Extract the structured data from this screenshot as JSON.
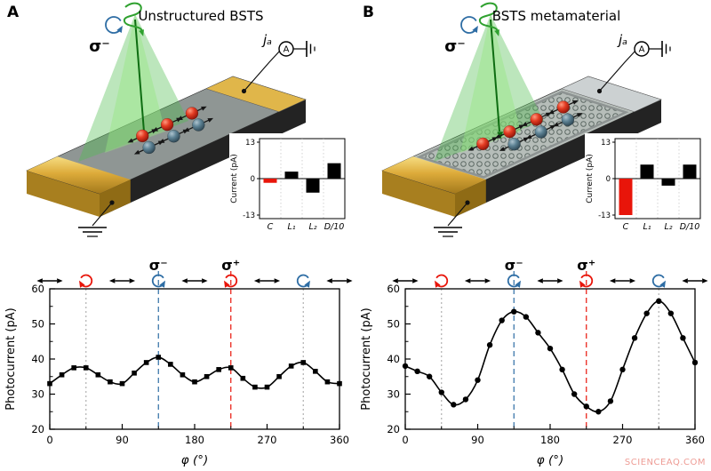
{
  "watermark": "SCIENCEAQ.COM",
  "panels": [
    {
      "letter": "A",
      "title": "Unstructured BSTS",
      "illustration": {
        "incident_polarization_label": "σ⁻",
        "current_label": "jₐ",
        "ammeter_letter": "A",
        "patterned": false,
        "surface_color": "#8f9694",
        "right_contact_color": "#e0b64a",
        "spheres": [
          {
            "t": 0.42,
            "u": 0.4,
            "kind": "red"
          },
          {
            "t": 0.54,
            "u": 0.4,
            "kind": "red"
          },
          {
            "t": 0.66,
            "u": 0.4,
            "kind": "red"
          },
          {
            "t": 0.36,
            "u": 0.66,
            "kind": "blue"
          },
          {
            "t": 0.48,
            "u": 0.66,
            "kind": "blue"
          },
          {
            "t": 0.6,
            "u": 0.66,
            "kind": "blue"
          }
        ]
      }
    },
    {
      "letter": "B",
      "title": "BSTS metamaterial",
      "illustration": {
        "incident_polarization_label": "σ⁻",
        "current_label": "jₐ",
        "ammeter_letter": "A",
        "patterned": true,
        "surface_color": "#b6bdb9",
        "right_contact_color": "#ccd1d2",
        "spheres": [
          {
            "t": 0.34,
            "u": 0.42,
            "kind": "red"
          },
          {
            "t": 0.47,
            "u": 0.42,
            "kind": "red"
          },
          {
            "t": 0.6,
            "u": 0.42,
            "kind": "red"
          },
          {
            "t": 0.73,
            "u": 0.42,
            "kind": "red"
          },
          {
            "t": 0.4,
            "u": 0.68,
            "kind": "blue"
          },
          {
            "t": 0.53,
            "u": 0.68,
            "kind": "blue"
          },
          {
            "t": 0.66,
            "u": 0.68,
            "kind": "blue"
          }
        ]
      }
    }
  ],
  "chart_data": [
    {
      "id": "panel-a-inset",
      "type": "bar",
      "ylabel": "Current (pA)",
      "ylim": [
        -13,
        13
      ],
      "yticks": [
        13,
        0,
        -13
      ],
      "categories": [
        "C",
        "L₁",
        "L₂",
        "D/10"
      ],
      "values": [
        -1.5,
        2.5,
        -5,
        5.5
      ],
      "bar_colors": [
        "#e8150a",
        "#000000",
        "#000000",
        "#000000"
      ]
    },
    {
      "id": "panel-a-photocurrent",
      "type": "line+scatter",
      "marker": "square",
      "xlabel": "φ (°)",
      "ylabel": "Photocurrent (pA)",
      "xlim": [
        0,
        360
      ],
      "ylim": [
        20,
        60
      ],
      "xticks": [
        0,
        90,
        180,
        270,
        360
      ],
      "yticks": [
        20,
        30,
        40,
        50,
        60
      ],
      "x": [
        0,
        15,
        30,
        45,
        60,
        75,
        90,
        105,
        120,
        135,
        150,
        165,
        180,
        195,
        210,
        225,
        240,
        255,
        270,
        285,
        300,
        315,
        330,
        345,
        360
      ],
      "y": [
        33,
        35.5,
        37.5,
        37.5,
        35.5,
        33.5,
        33,
        36,
        39,
        40.5,
        38.5,
        35.5,
        33.5,
        35,
        37,
        37.5,
        34.5,
        32,
        32,
        35,
        38,
        39,
        36.5,
        33.5,
        33
      ],
      "annotations": [
        {
          "label": "σ⁻",
          "x": 135,
          "color": "#2e6da4"
        },
        {
          "label": "σ⁺",
          "x": 225,
          "color": "#e8150a"
        }
      ],
      "guides": [
        {
          "x": 45,
          "color": "#b0b0b0",
          "dash": "2 3",
          "tall": false
        },
        {
          "x": 135,
          "color": "#2e6da4",
          "dash": "6 4",
          "tall": true
        },
        {
          "x": 225,
          "color": "#e8150a",
          "dash": "6 4",
          "tall": true
        },
        {
          "x": 315,
          "color": "#b0b0b0",
          "dash": "2 3",
          "tall": false
        }
      ],
      "polarization_symbols": [
        {
          "x": 0,
          "type": "linear",
          "color": "#000000"
        },
        {
          "x": 45,
          "type": "circular",
          "rotation": "cw",
          "color": "#e8150a"
        },
        {
          "x": 90,
          "type": "linear",
          "color": "#000000"
        },
        {
          "x": 135,
          "type": "circular",
          "rotation": "ccw",
          "color": "#2e6da4"
        },
        {
          "x": 180,
          "type": "linear",
          "color": "#000000"
        },
        {
          "x": 225,
          "type": "circular",
          "rotation": "cw",
          "color": "#e8150a"
        },
        {
          "x": 270,
          "type": "linear",
          "color": "#000000"
        },
        {
          "x": 315,
          "type": "circular",
          "rotation": "ccw",
          "color": "#2e6da4"
        },
        {
          "x": 360,
          "type": "linear",
          "color": "#000000"
        }
      ]
    },
    {
      "id": "panel-b-inset",
      "type": "bar",
      "ylabel": "Current (pA)",
      "ylim": [
        -13,
        13
      ],
      "yticks": [
        13,
        0,
        -13
      ],
      "categories": [
        "C",
        "L₁",
        "L₂",
        "D/10"
      ],
      "values": [
        -13,
        5,
        -2.5,
        5
      ],
      "bar_colors": [
        "#e8150a",
        "#000000",
        "#000000",
        "#000000"
      ]
    },
    {
      "id": "panel-b-photocurrent",
      "type": "line+scatter",
      "marker": "circle",
      "xlabel": "φ (°)",
      "ylabel": "Photocurrent (pA)",
      "xlim": [
        0,
        360
      ],
      "ylim": [
        20,
        60
      ],
      "xticks": [
        0,
        90,
        180,
        270,
        360
      ],
      "yticks": [
        20,
        30,
        40,
        50,
        60
      ],
      "x": [
        0,
        15,
        30,
        45,
        60,
        75,
        90,
        105,
        120,
        135,
        150,
        165,
        180,
        195,
        210,
        225,
        240,
        255,
        270,
        285,
        300,
        315,
        330,
        345,
        360
      ],
      "y": [
        38,
        36.5,
        35,
        30.5,
        27,
        28.5,
        34,
        44,
        51,
        53.5,
        52,
        47.5,
        43,
        37,
        30,
        26.5,
        25,
        28,
        37,
        46,
        53,
        56.5,
        53,
        46,
        39
      ],
      "annotations": [
        {
          "label": "σ⁻",
          "x": 135,
          "color": "#2e6da4"
        },
        {
          "label": "σ⁺",
          "x": 225,
          "color": "#e8150a"
        }
      ],
      "guides": [
        {
          "x": 45,
          "color": "#b0b0b0",
          "dash": "2 3",
          "tall": false
        },
        {
          "x": 135,
          "color": "#2e6da4",
          "dash": "6 4",
          "tall": true
        },
        {
          "x": 225,
          "color": "#e8150a",
          "dash": "6 4",
          "tall": true
        },
        {
          "x": 315,
          "color": "#b0b0b0",
          "dash": "2 3",
          "tall": false
        }
      ],
      "polarization_symbols": [
        {
          "x": 0,
          "type": "linear",
          "color": "#000000"
        },
        {
          "x": 45,
          "type": "circular",
          "rotation": "cw",
          "color": "#e8150a"
        },
        {
          "x": 90,
          "type": "linear",
          "color": "#000000"
        },
        {
          "x": 135,
          "type": "circular",
          "rotation": "ccw",
          "color": "#2e6da4"
        },
        {
          "x": 180,
          "type": "linear",
          "color": "#000000"
        },
        {
          "x": 225,
          "type": "circular",
          "rotation": "cw",
          "color": "#e8150a"
        },
        {
          "x": 270,
          "type": "linear",
          "color": "#000000"
        },
        {
          "x": 315,
          "type": "circular",
          "rotation": "ccw",
          "color": "#2e6da4"
        },
        {
          "x": 360,
          "type": "linear",
          "color": "#000000"
        }
      ]
    }
  ]
}
